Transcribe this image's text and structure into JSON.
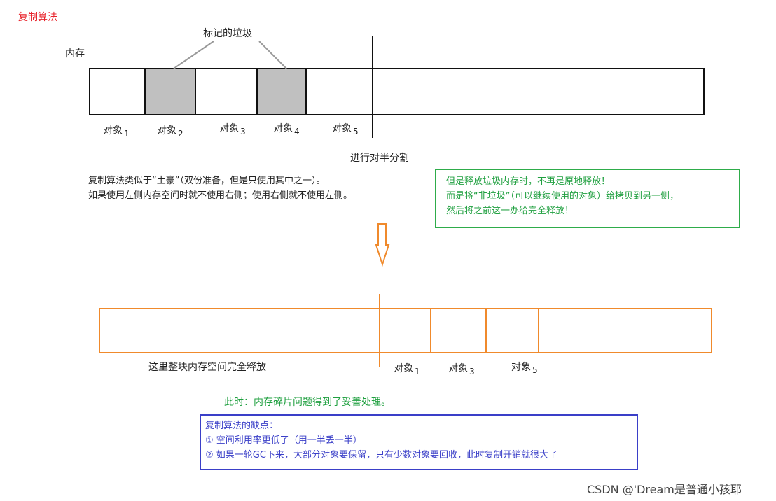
{
  "title": "复制算法",
  "memory_label": "内存",
  "garbage_label": "标记的垃圾",
  "objects_top": [
    {
      "label": "对象",
      "sub": "1"
    },
    {
      "label": "对象",
      "sub": "2"
    },
    {
      "label": "对象",
      "sub": "3"
    },
    {
      "label": "对象",
      "sub": "4"
    },
    {
      "label": "对象",
      "sub": "5"
    }
  ],
  "split_label": "进行对半分割",
  "desc_lines": [
    "复制算法类似于“土豪”（双份准备，但是只使用其中之一）。",
    "如果使用左侧内存空间时就不使用右侧；使用右侧就不使用左侧。"
  ],
  "green_note_lines": [
    "但是释放垃圾内存时，不再是原地释放！",
    "而是将“非垃圾”（可以继续使用的对象）给拷贝到另一侧，",
    "然后将之前这一办给完全释放！"
  ],
  "release_label": "这里整块内存空间完全释放",
  "objects_bottom": [
    {
      "label": "对象",
      "sub": "1"
    },
    {
      "label": "对象",
      "sub": "3"
    },
    {
      "label": "对象",
      "sub": "5"
    }
  ],
  "fragment_note": "此时：内存碎片问题得到了妥善处理。",
  "drawbacks": {
    "title": "复制算法的缺点：",
    "items": [
      "① 空间利用率更低了（用一半丢一半）",
      "② 如果一轮GC下来，大部分对象要保留，只有少数对象要回收，此时复制开销就很大了"
    ]
  },
  "watermark": "CSDN @'Dream是普通小孩耶",
  "colors": {
    "title_red": "#e8232b",
    "orange": "#f08a2c",
    "green": "#2eac4a",
    "blue": "#3a3fc8",
    "garbage_gray": "#c0c0c0"
  }
}
